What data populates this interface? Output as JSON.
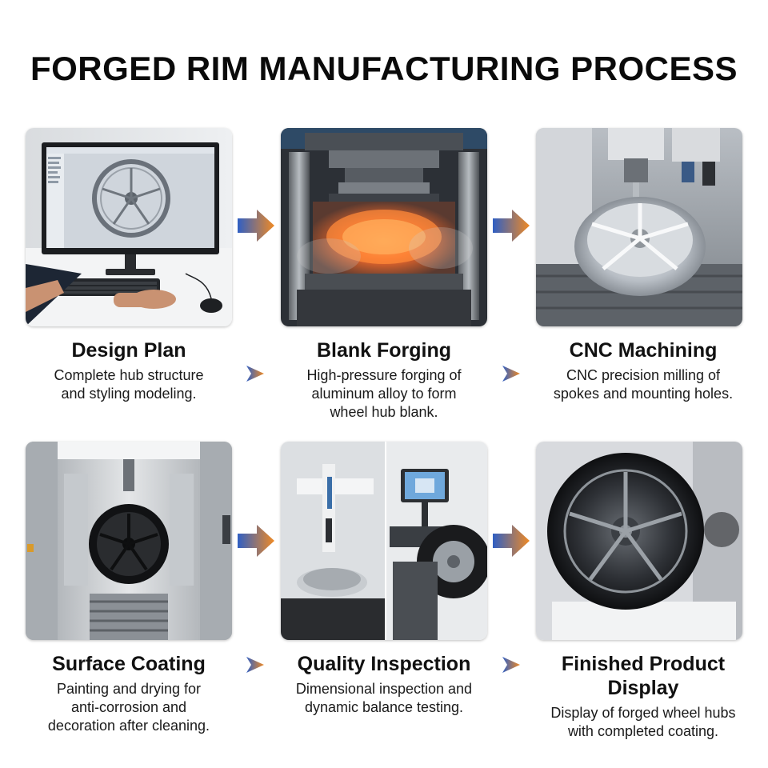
{
  "title": "FORGED RIM MANUFACTURING PROCESS",
  "steps": [
    {
      "title": "Design Plan",
      "desc_lines": [
        "Complete hub structure",
        "and styling modeling."
      ],
      "image": "cad-workstation-image"
    },
    {
      "title": "Blank Forging",
      "desc_lines": [
        "High-pressure forging of",
        "aluminum alloy to form",
        "wheel hub blank."
      ],
      "image": "forging-press-image"
    },
    {
      "title": "CNC Machining",
      "desc_lines": [
        "CNC precision milling of",
        "spokes and mounting holes."
      ],
      "image": "cnc-mill-image"
    },
    {
      "title": "Surface Coating",
      "desc_lines": [
        "Painting and drying for",
        "anti-corrosion and",
        "decoration after cleaning."
      ],
      "image": "paint-booth-image"
    },
    {
      "title": "Quality Inspection",
      "desc_lines": [
        "Dimensional inspection and",
        "dynamic balance testing."
      ],
      "image": "inspection-image"
    },
    {
      "title_lines": [
        "Finished Product",
        "Display"
      ],
      "desc_lines": [
        "Display of forged wheel hubs",
        "with completed coating."
      ],
      "image": "finished-wheel-image"
    }
  ],
  "colors": {
    "arrow_start": "#2f5fc4",
    "arrow_end": "#f08a24",
    "title": "#0a0a0a"
  }
}
